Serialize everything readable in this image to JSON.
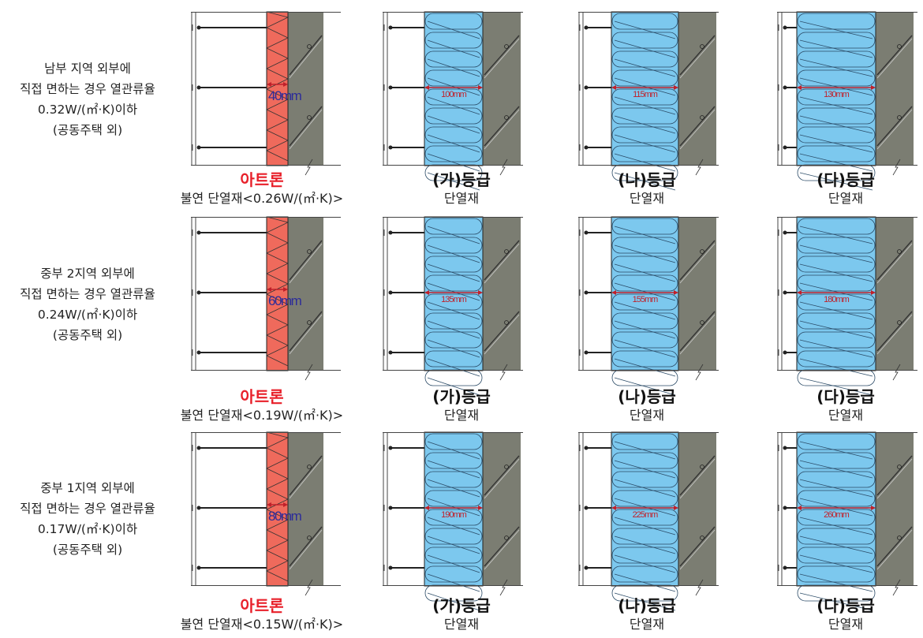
{
  "colors": {
    "artron": "#ef6a5c",
    "grade": "#7cc8ee",
    "concrete": "#7b7d72",
    "dim": "#c0202a",
    "artron_dim_text": "#2c2c9a",
    "artron_label": "#e8202a"
  },
  "rows": [
    {
      "label": [
        "남부 지역 외부에",
        "직접 면하는 경우 열관류율",
        "0.32W/(㎡·K)이하",
        "(공동주택 외)"
      ],
      "artron": {
        "name": "아트론",
        "desc": "불연 단열재<0.26W/(㎡·K)>",
        "thickness": "40mm"
      },
      "grades": [
        {
          "name": "(가)등급",
          "desc": "단열재",
          "thickness": "100mm"
        },
        {
          "name": "(나)등급",
          "desc": "단열재",
          "thickness": "115mm"
        },
        {
          "name": "(다)등급",
          "desc": "단열재",
          "thickness": "130mm"
        }
      ]
    },
    {
      "label": [
        "중부 2지역 외부에",
        "직접 면하는 경우 열관류율",
        "0.24W/(㎡·K)이하",
        "(공동주택 외)"
      ],
      "artron": {
        "name": "아트론",
        "desc": "불연 단열재<0.19W/(㎡·K)>",
        "thickness": "60mm"
      },
      "grades": [
        {
          "name": "(가)등급",
          "desc": "단열재",
          "thickness": "135mm"
        },
        {
          "name": "(나)등급",
          "desc": "단열재",
          "thickness": "155mm"
        },
        {
          "name": "(다)등급",
          "desc": "단열재",
          "thickness": "180mm"
        }
      ]
    },
    {
      "label": [
        "중부 1지역 외부에",
        "직접 면하는 경우 열관류율",
        "0.17W/(㎡·K)이하",
        "(공동주택 외)"
      ],
      "artron": {
        "name": "아트론",
        "desc": "불연 단열재<0.15W/(㎡·K)>",
        "thickness": "80mm"
      },
      "grades": [
        {
          "name": "(가)등급",
          "desc": "단열재",
          "thickness": "190mm"
        },
        {
          "name": "(나)등급",
          "desc": "단열재",
          "thickness": "225mm"
        },
        {
          "name": "(다)등급",
          "desc": "단열재",
          "thickness": "260mm"
        }
      ]
    }
  ]
}
